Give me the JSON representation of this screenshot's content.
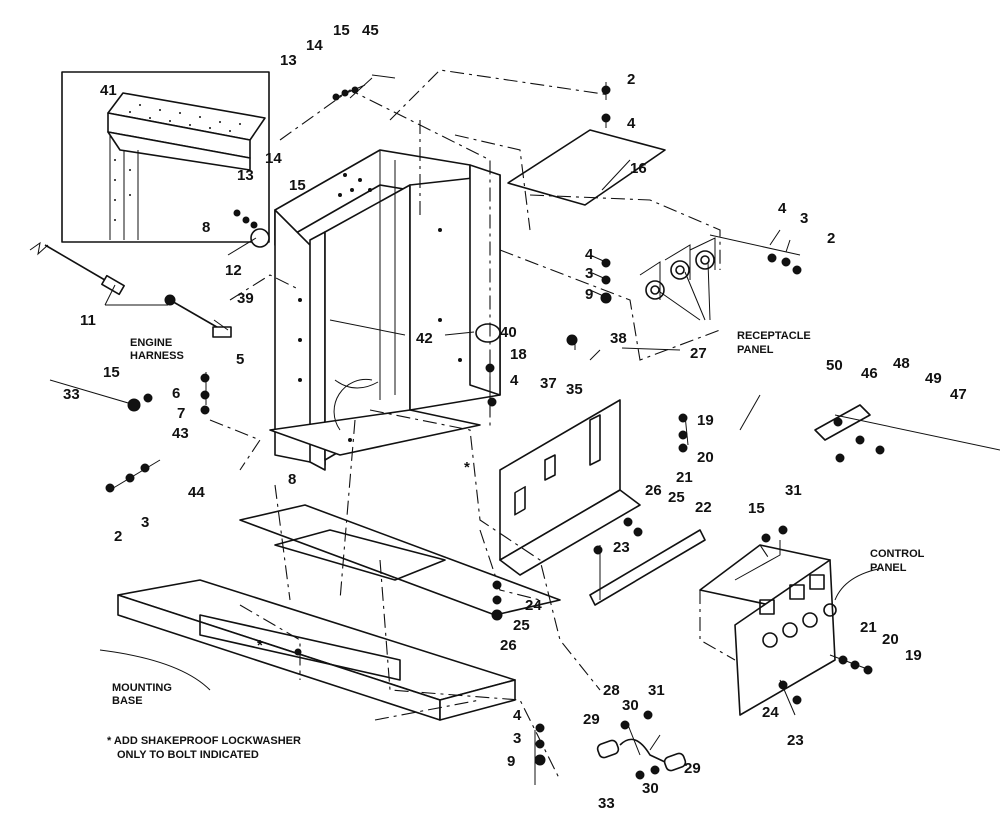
{
  "labels": {
    "receptacle_panel": [
      "RECEPTACLE",
      "PANEL"
    ],
    "control_panel": [
      "CONTROL",
      "PANEL"
    ],
    "engine_harness": [
      "ENGINE",
      "HARNESS"
    ],
    "mounting_base": [
      "MOUNTING",
      "BASE"
    ],
    "footnote": [
      "* ADD SHAKEPROOF LOCKWASHER",
      "ONLY TO BOLT INDICATED"
    ],
    "asterisk": "*"
  },
  "callouts": [
    "2",
    "4",
    "16",
    "4",
    "3",
    "2",
    "4",
    "3",
    "9",
    "27",
    "13",
    "14",
    "15",
    "45",
    "41",
    "8",
    "14",
    "13",
    "15",
    "12",
    "11",
    "39",
    "42",
    "40",
    "18",
    "37",
    "35",
    "38",
    "5",
    "6",
    "7",
    "43",
    "15",
    "33",
    "4",
    "44",
    "3",
    "2",
    "8",
    "50",
    "46",
    "48",
    "49",
    "47",
    "19",
    "20",
    "21",
    "26",
    "25",
    "22",
    "23",
    "24",
    "25",
    "26",
    "31",
    "15",
    "21",
    "20",
    "19",
    "24",
    "23",
    "28",
    "30",
    "31",
    "29",
    "29",
    "30",
    "33",
    "4",
    "3",
    "9"
  ]
}
